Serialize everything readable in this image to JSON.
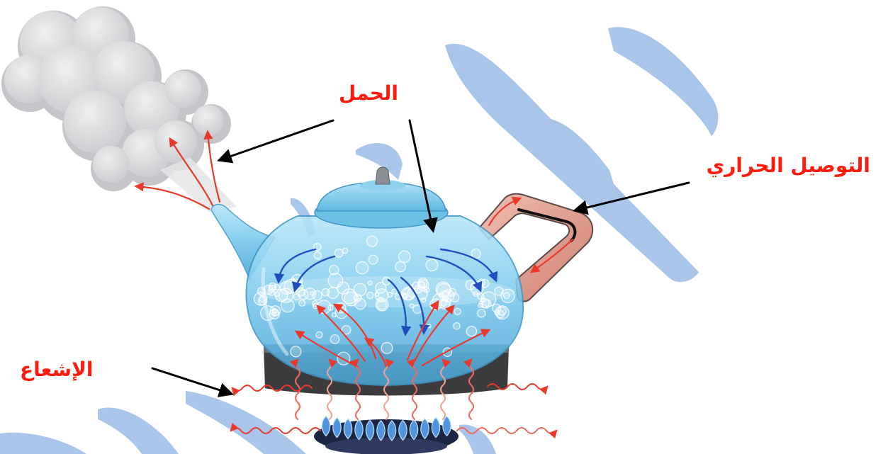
{
  "labels": {
    "convection": "الحمل",
    "conduction": "التوصيل الحراري",
    "radiation": "الإشعاع"
  },
  "colors": {
    "label": "#ff1a0e",
    "pointer_arrow": "#000000",
    "heat_arrow": "#e8392a",
    "cool_arrow": "#1f4fbf",
    "watermark": "#9bbbe6",
    "steam": "#d6d7da",
    "kettle": "#6cc0e6",
    "flame": "#4f94dd"
  }
}
